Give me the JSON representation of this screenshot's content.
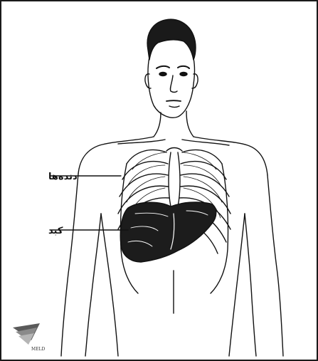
{
  "labels": {
    "ribs": "دنده‌ها",
    "liver": "کبد"
  },
  "logo": {
    "text": "MELD"
  },
  "colors": {
    "line": "#111111",
    "liver_fill": "#1c1c1c",
    "background": "#ffffff"
  }
}
